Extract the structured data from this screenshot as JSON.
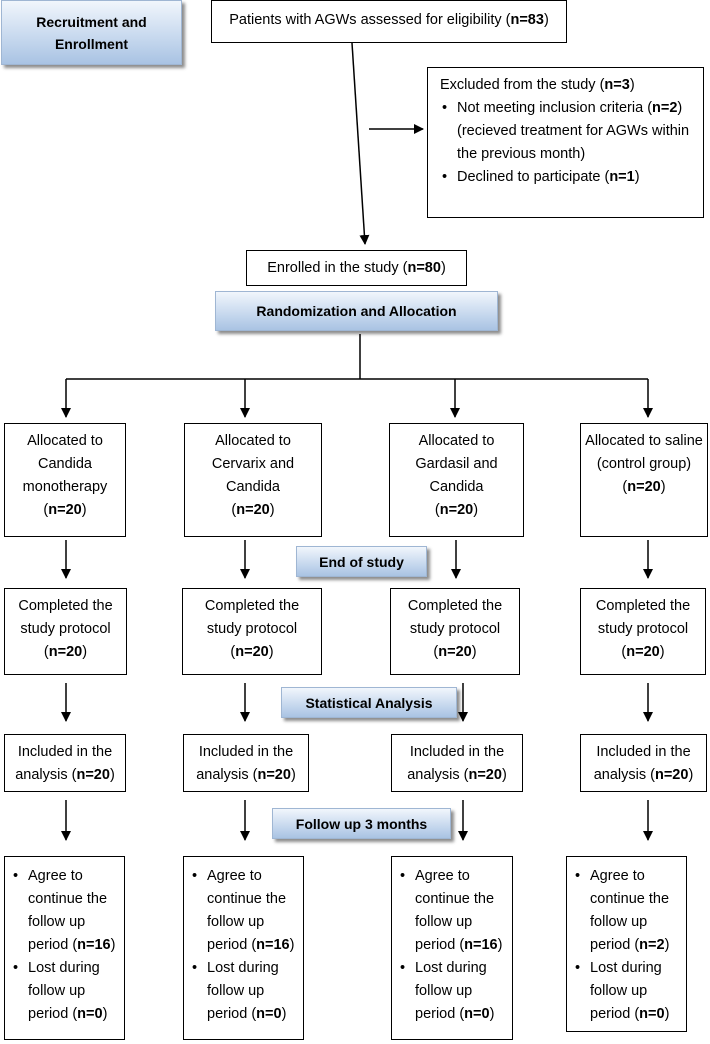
{
  "headers": {
    "recruitment": "Recruitment and Enrollment",
    "randomization": "Randomization and Allocation",
    "end_of_study": "End of study",
    "statistical_analysis": "Statistical Analysis",
    "follow_up": "Follow up 3 months"
  },
  "assessed": {
    "text": "Patients with AGWs assessed for eligibility (",
    "n": "n=83",
    "close": ")"
  },
  "excluded": {
    "title": "Excluded from the study (",
    "title_n": "n=3",
    "title_close": ")",
    "item1_text": "Not meeting inclusion criteria (",
    "item1_n": "n=2",
    "item1_rest": ") (recieved treatment for AGWs within the previous month)",
    "item2_text": "Declined to participate (",
    "item2_n": "n=1",
    "item2_close": ")"
  },
  "enrolled": {
    "text": "Enrolled in the study (",
    "n": "n=80",
    "close": ")"
  },
  "groups": [
    {
      "allocated": "Allocated to Candida monotherapy",
      "allocated_n": "n=20",
      "completed": "Completed the study protocol",
      "completed_n": "n=20",
      "analysis": "Included in the analysis",
      "analysis_n": "n=20",
      "fu_agree": "Agree to continue the follow up period",
      "fu_agree_n": "n=16",
      "fu_lost": "Lost during follow up period",
      "fu_lost_n": "n=0"
    },
    {
      "allocated": "Allocated to Cervarix and Candida",
      "allocated_n": "n=20",
      "completed": "Completed the study protocol",
      "completed_n": "n=20",
      "analysis": "Included in the analysis",
      "analysis_n": "n=20",
      "fu_agree": "Agree to continue the follow up period",
      "fu_agree_n": "n=16",
      "fu_lost": "Lost during follow up period",
      "fu_lost_n": "n=0"
    },
    {
      "allocated": "Allocated to Gardasil and Candida",
      "allocated_n": "n=20",
      "completed": "Completed the study protocol",
      "completed_n": "n=20",
      "analysis": "Included in the analysis",
      "analysis_n": "n=20",
      "fu_agree": "Agree to continue the follow up period",
      "fu_agree_n": "n=16",
      "fu_lost": "Lost during follow up period",
      "fu_lost_n": "n=0"
    },
    {
      "allocated": "Allocated to saline (control group)",
      "allocated_n": "n=20",
      "completed": "Completed the study protocol",
      "completed_n": "n=20",
      "analysis": "Included in the analysis",
      "analysis_n": "n=20",
      "fu_agree": "Agree to continue the follow up period",
      "fu_agree_n": "n=2",
      "fu_lost": "Lost during follow up period",
      "fu_lost_n": "n=0"
    }
  ],
  "colors": {
    "header_fill": "#c9daef",
    "line": "#000000"
  }
}
